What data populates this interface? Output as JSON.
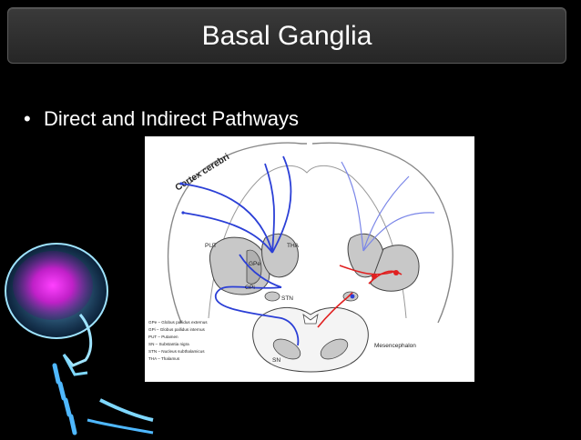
{
  "slide": {
    "title": "Basal Ganglia",
    "bullet": "Direct and Indirect Pathways"
  },
  "diagram": {
    "cortex_label": "Cortex cerebri",
    "labels": {
      "put": "PUT",
      "tha": "THA",
      "gpe": "GPe",
      "gpi": "GPi",
      "stn": "STN",
      "sn": "SN",
      "mesencephalon": "Mesencephalon"
    },
    "legend": [
      "GPe – Globus pallidus externus",
      "GPi – Globus pallidus internus",
      "PUT – Putamen",
      "SN – Substantia nigra",
      "STN – Nucleus subthalamicus",
      "THA – Thalamus"
    ]
  },
  "colors": {
    "background": "#000000",
    "title_bar": "#2f2f2f",
    "text": "#ffffff",
    "pathway_blue": "#2b3fd6",
    "pathway_red": "#e02020",
    "structure_gray": "#c8c8c8"
  },
  "icons": {
    "bullet": "bullet-dot-icon",
    "decor": "xray-skull-brain-icon"
  }
}
